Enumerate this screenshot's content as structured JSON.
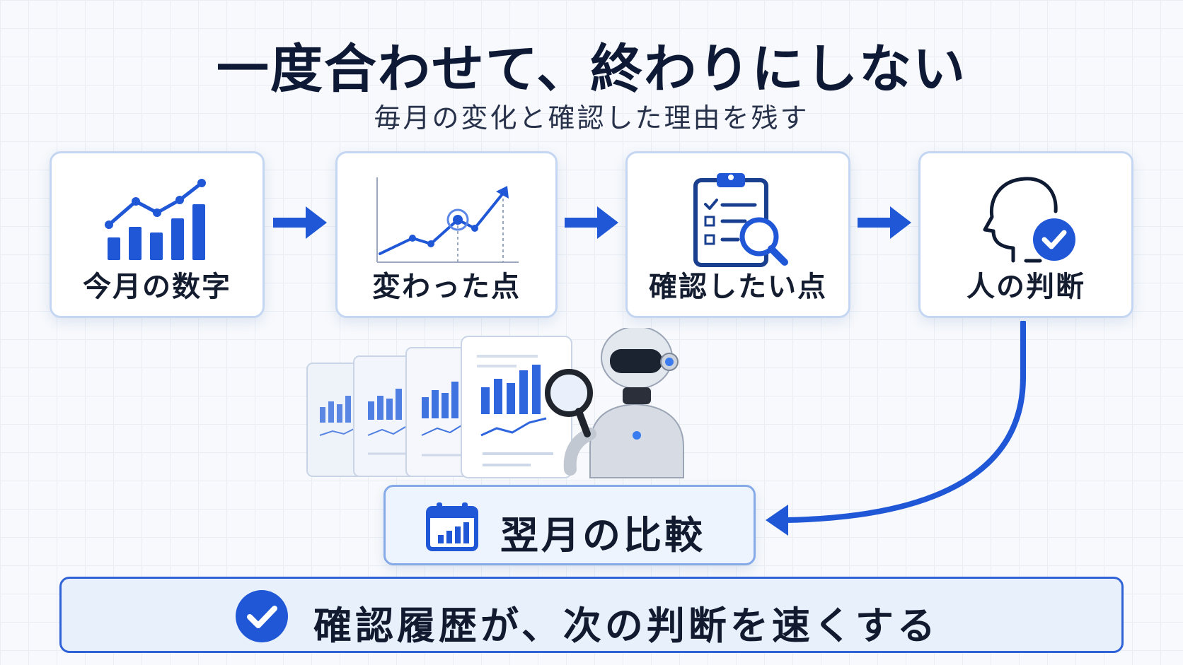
{
  "header": {
    "title": "一度合わせて、終わりにしない",
    "subtitle": "毎月の変化と確認した理由を残す"
  },
  "steps": [
    {
      "label": "今月の数字",
      "icon": "bar-chart-icon"
    },
    {
      "label": "変わった点",
      "icon": "line-chart-icon"
    },
    {
      "label": "確認したい点",
      "icon": "clipboard-search-icon"
    },
    {
      "label": "人の判断",
      "icon": "head-check-icon"
    }
  ],
  "next_month": {
    "label": "翌月の比較",
    "icon": "calendar-chart-icon"
  },
  "illustration": {
    "icon": "robot-inspecting-reports-icon"
  },
  "banner": {
    "text": "確認履歴が、次の判断を速くする",
    "icon": "check-circle-icon"
  },
  "colors": {
    "accent": "#1f57d6",
    "border": "#c5d6f3",
    "ink": "#0e1a35"
  }
}
